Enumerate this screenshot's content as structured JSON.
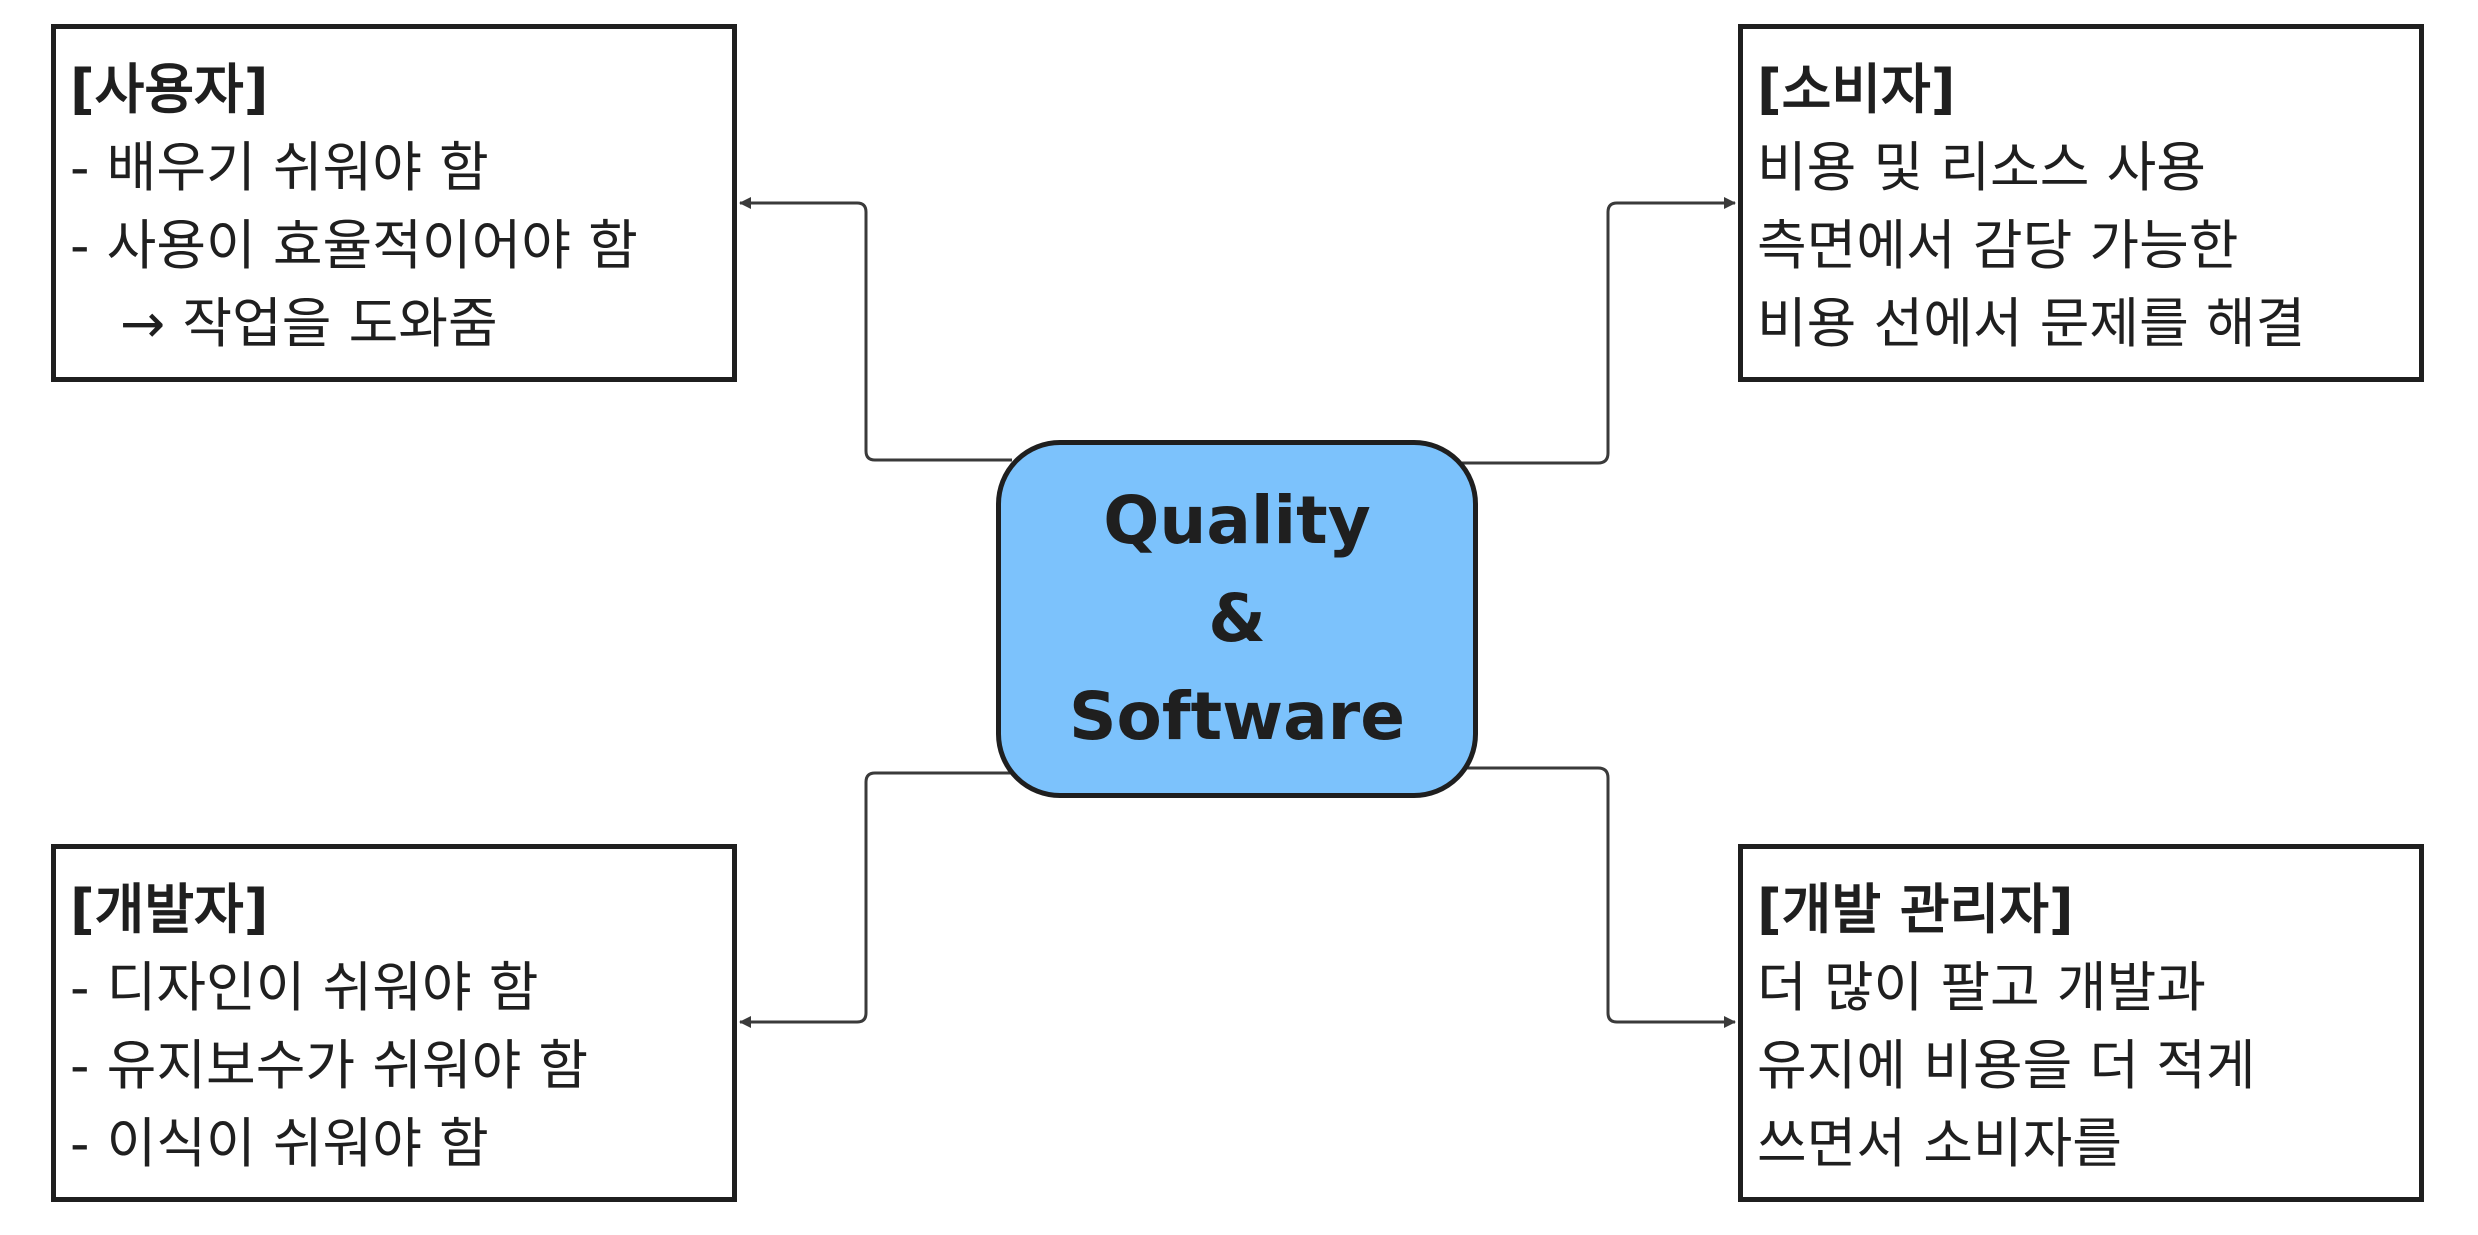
{
  "center": {
    "lines": [
      "Quality",
      "&",
      "Software"
    ],
    "fill": "#7cc2fc"
  },
  "nodes": {
    "user": {
      "title": "[사용자]",
      "lines": [
        "- 배우기 쉬워야 함",
        "- 사용이 효율적이어야 함",
        "→ 작업을 도와줌"
      ]
    },
    "consumer": {
      "title": "[소비자]",
      "lines": [
        "비용 및 리소스 사용",
        "측면에서 감당 가능한",
        "비용 선에서 문제를 해결"
      ]
    },
    "developer": {
      "title": "[개발자]",
      "lines": [
        "- 디자인이 쉬워야 함",
        "- 유지보수가 쉬워야 함",
        "- 이식이 쉬워야 함"
      ]
    },
    "manager": {
      "title": "[개발 관리자]",
      "lines": [
        "더 많이 팔고 개발과",
        "유지에 비용을 더 적게",
        "쓰면서 소비자를"
      ]
    }
  },
  "colors": {
    "stroke": "#1f1f1f",
    "connector": "#3a3a3a",
    "background": "#ffffff"
  }
}
